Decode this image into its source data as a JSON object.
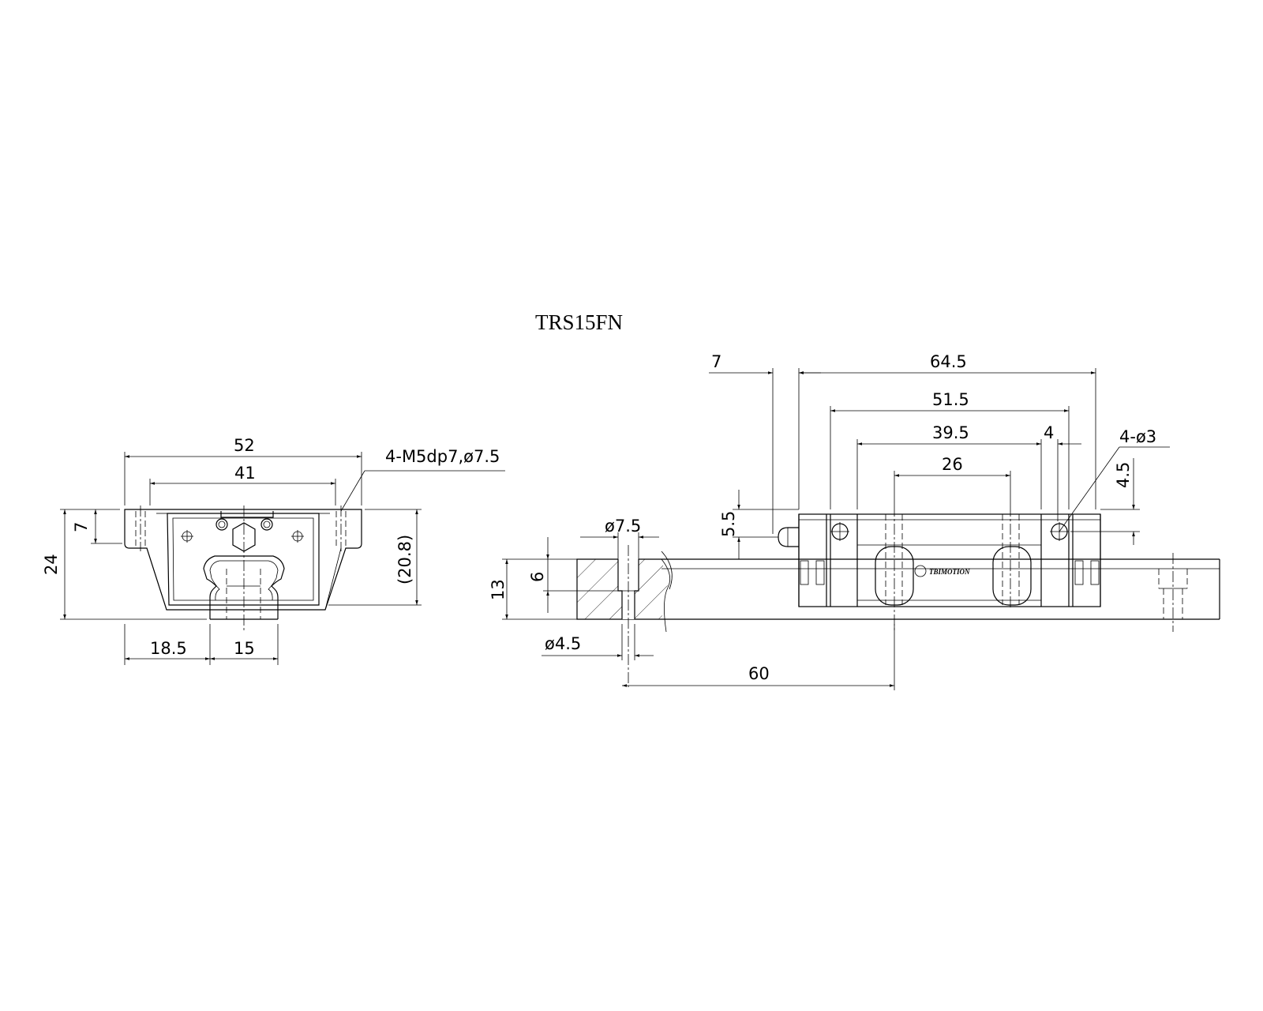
{
  "title": "TRS15FN",
  "front_view": {
    "width_outer": "52",
    "width_holes": "41",
    "mount_note": "4-M5dp7,ø7.5",
    "height_total": "24",
    "height_flange": "7",
    "height_block": "(20.8)",
    "offset_rail": "18.5",
    "rail_width": "15"
  },
  "side_view": {
    "end_seal": "7",
    "length_total": "64.5",
    "length_body": "51.5",
    "length_steel": "39.5",
    "hole_pitch": "26",
    "grease_offset": "4",
    "pin_note": "4-ø3",
    "pin_height": "4.5",
    "nipple_height": "5.5",
    "counterbore_dia": "ø7.5",
    "rail_height": "13",
    "counterbore_depth": "6",
    "bolt_hole_dia": "ø4.5",
    "rail_pitch": "60",
    "brand": "TBIMOTION"
  }
}
